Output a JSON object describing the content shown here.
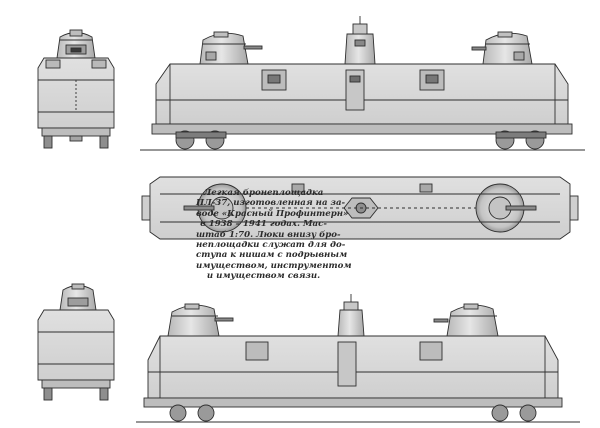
{
  "figure": {
    "caption_lines": [
      "Легкая бронеплощадка",
      "ПЛ-37, изготовленная на за-",
      "воде «Красный Профинтерн»",
      "в 1938 – 1941 годах. Мас-",
      "штаб 1:70. Люки внизу бро-",
      "неплощадки служат для до-",
      "ступа к нишам с подрывным",
      "имуществом, инструментом",
      "и имуществом связи."
    ],
    "views": [
      {
        "id": "top-end-view"
      },
      {
        "id": "top-side-view"
      },
      {
        "id": "plan-view"
      },
      {
        "id": "bottom-end-view"
      },
      {
        "id": "bottom-side-view"
      }
    ],
    "colors": {
      "paper": "#ffffff",
      "ink": "#2f2f2f",
      "armor": "#d6d6d6",
      "turret": "#c9c9c9",
      "dark": "#7a7a7a"
    }
  }
}
